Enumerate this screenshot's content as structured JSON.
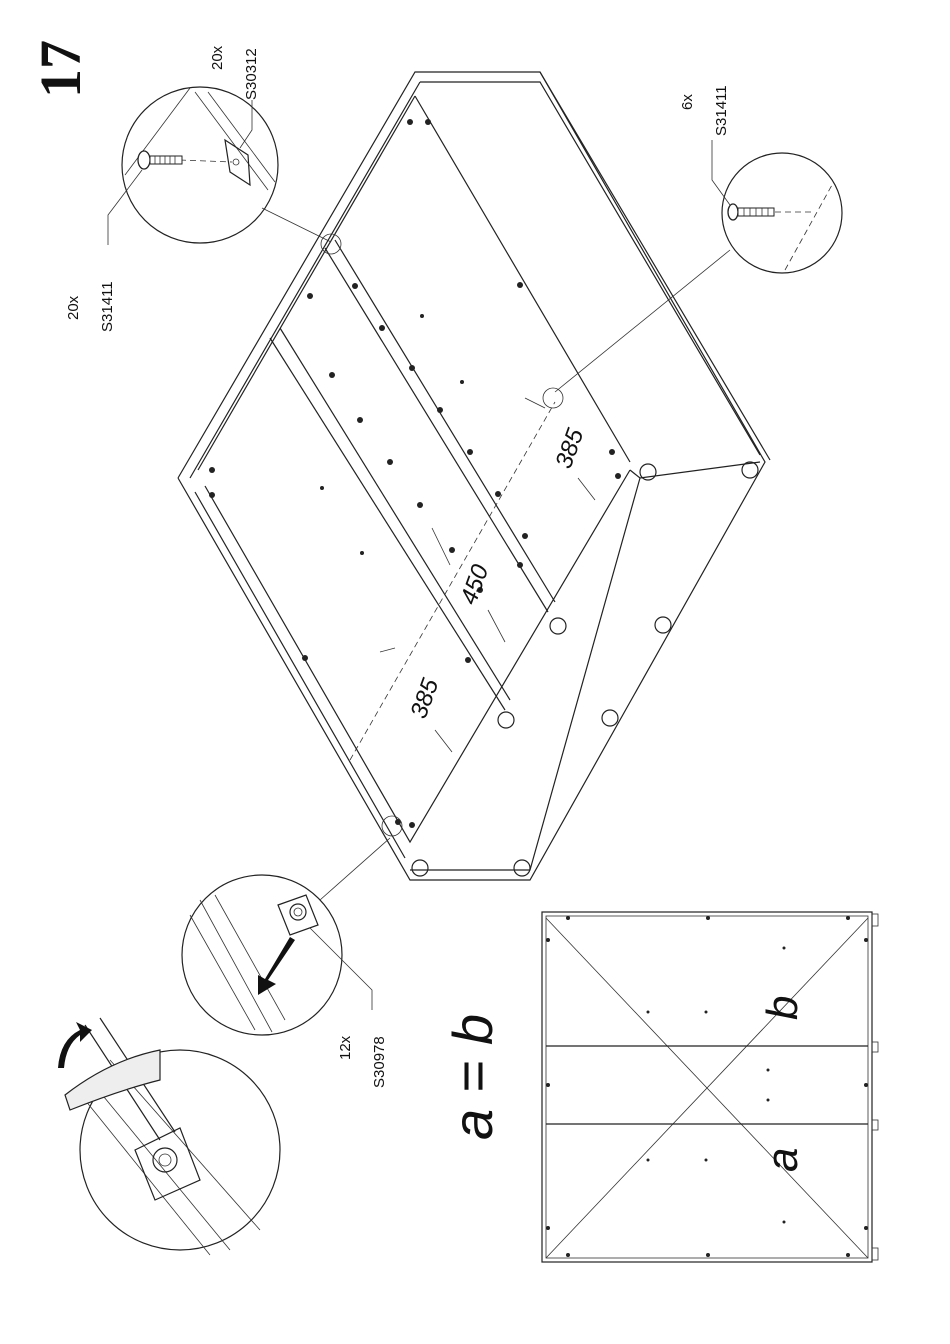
{
  "step": {
    "number": "17"
  },
  "callouts": {
    "top_left_screw": {
      "qty": "20x",
      "code": "S31411"
    },
    "top_plate": {
      "qty": "20x",
      "code": "S30312"
    },
    "right_screw": {
      "qty": "6x",
      "code": "S31411"
    },
    "bottom_connector": {
      "qty": "12x",
      "code": "S30978"
    }
  },
  "dimensions": {
    "d1": "385",
    "d2": "450",
    "d3": "385"
  },
  "square_check": {
    "equation": "a = b",
    "diag_a": "a",
    "diag_b": "b"
  }
}
